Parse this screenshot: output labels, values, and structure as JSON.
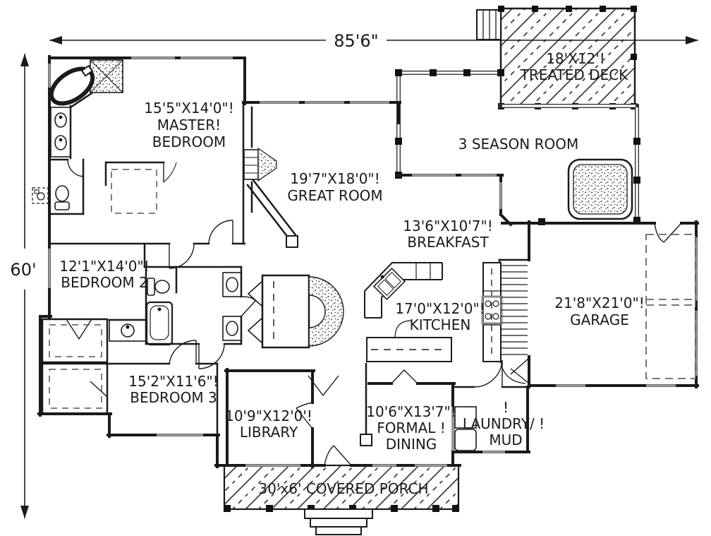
{
  "drawing_type": "house floor plan",
  "colors": {
    "line": "#1a1a1a",
    "window": "#9e9e9e",
    "background": "#ffffff"
  },
  "dimensions": {
    "overall_width": "85'6\"",
    "overall_depth": "60'"
  },
  "rooms": {
    "master": {
      "size": "15'5\"X14'0\"!",
      "name1": "MASTER!",
      "name2": "BEDROOM"
    },
    "great": {
      "size": "19'7\"X18'0\"!",
      "name": "GREAT ROOM"
    },
    "deck": {
      "size": "18'X12'!",
      "name": "TREATED DECK"
    },
    "season": {
      "name": "3 SEASON ROOM"
    },
    "breakfast": {
      "size": "13'6\"X10'7\"!",
      "name": "BREAKFAST"
    },
    "kitchen": {
      "size": "17'0\"X12'0\"!",
      "name": "KITCHEN"
    },
    "garage": {
      "size": "21'8\"X21'0\"!",
      "name": "GARAGE"
    },
    "bedroom2": {
      "size": "12'1\"X14'0\"!",
      "name": "BEDROOM 2"
    },
    "bedroom3": {
      "size": "15'2\"X11'6\"!",
      "name": "BEDROOM 3"
    },
    "library": {
      "size": "10'9\"X12'0'!",
      "name": "LIBRARY"
    },
    "dining": {
      "size": "10'6\"X13'7\"!",
      "name1": "FORMAL !",
      "name2": "DINING"
    },
    "laundry": {
      "line1": "!",
      "line2": "LAUNDRY/ !",
      "line3": "MUD"
    },
    "porch": {
      "name": "30'x6' COVERED PORCH"
    }
  },
  "fixtures": [
    "garden-tub",
    "corner-shower",
    "double-vanity-sinks",
    "water-closet-toilet",
    "hall-bath-toilet",
    "hall-bath-tub",
    "makeup-sink",
    "jack-jill-sinks",
    "curved-niche",
    "fireplace",
    "kitchen-sink",
    "cooktop",
    "kitchen-island",
    "staircase",
    "washer",
    "dryer",
    "hot-tub",
    "deck-stairs",
    "porch-steps",
    "electrical-meter",
    "front-door"
  ]
}
